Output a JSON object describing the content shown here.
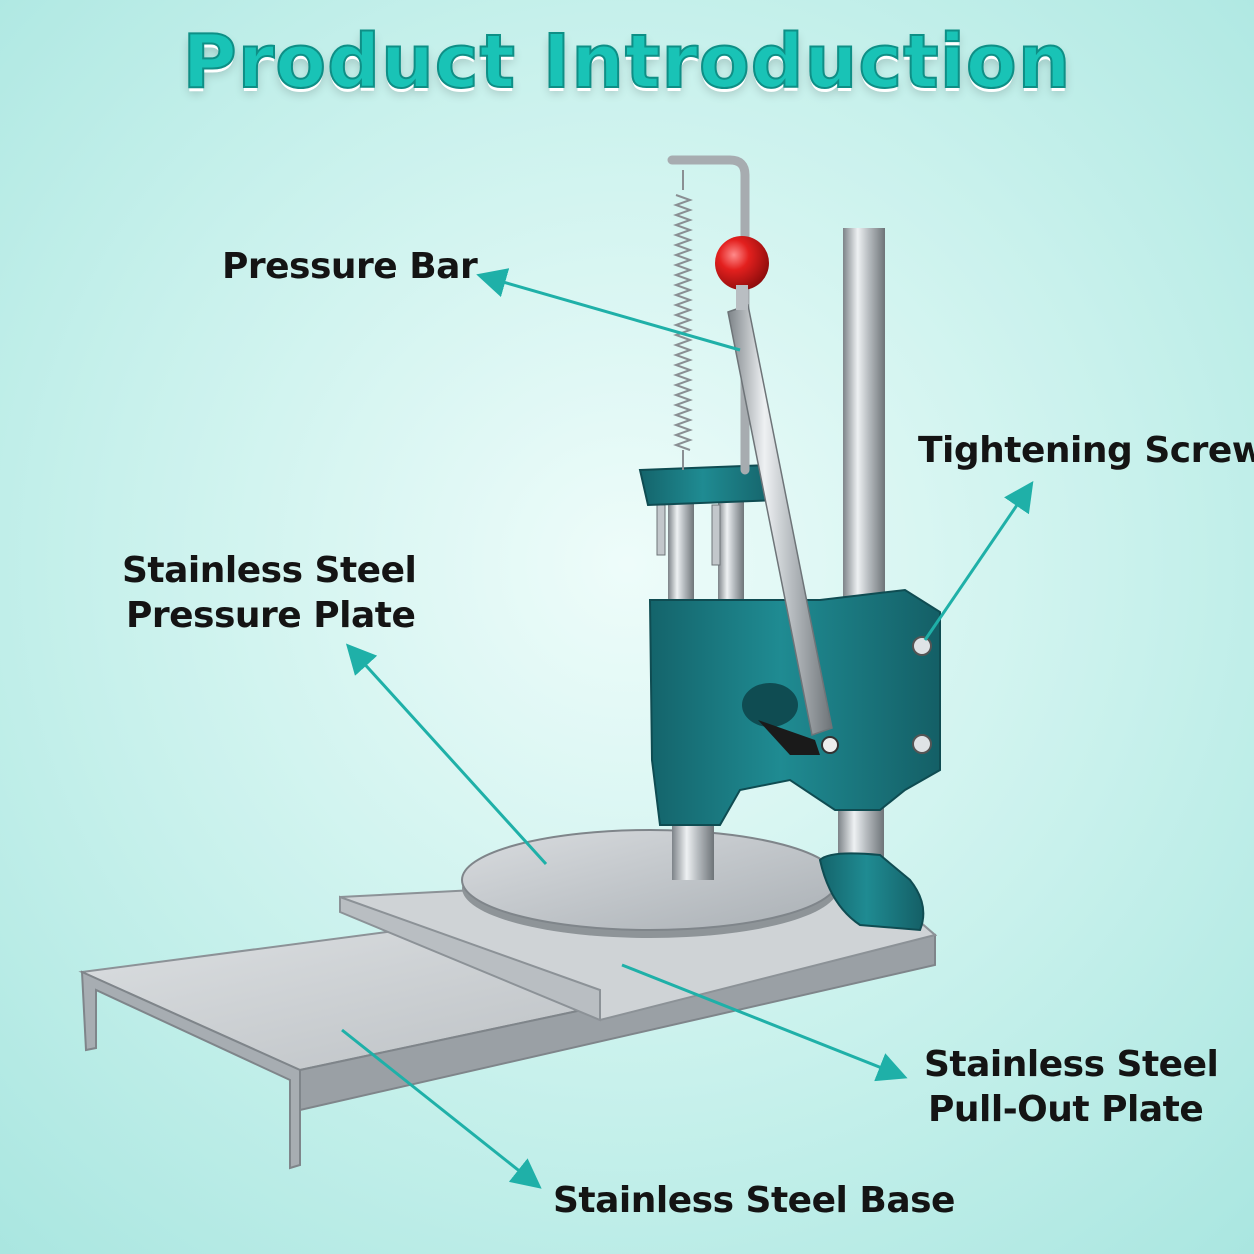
{
  "title": "Product Introduction",
  "labels": {
    "pressure_bar": "Pressure Bar",
    "tightening_screws": "Tightening Screws",
    "pressure_plate_line1": "Stainless Steel",
    "pressure_plate_line2": "Pressure Plate",
    "pullout_line1": "Stainless Steel",
    "pullout_line2": "Pull-Out Plate",
    "base": "Stainless Steel Base"
  },
  "colors": {
    "background": "#bfeee9",
    "accent": "#19c3b6",
    "arrow": "#1fb0a8",
    "machine_body": "#1c7f86",
    "knob": "#e21b1b",
    "steel": "#c9cdd1",
    "label_text": "#141414"
  }
}
